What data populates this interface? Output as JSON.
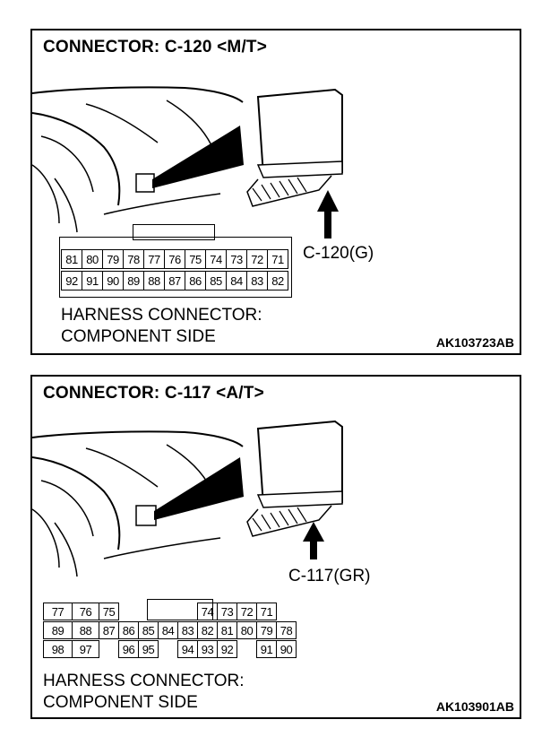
{
  "connectors": [
    {
      "title": "CONNECTOR: C-120 <M/T>",
      "callout": "C-120(G)",
      "note_line1": "HARNESS CONNECTOR:",
      "note_line2": "COMPONENT SIDE",
      "code": "AK103723AB",
      "rows": [
        [
          "81",
          "80",
          "79",
          "78",
          "77",
          "76",
          "75",
          "74",
          "73",
          "72",
          "71"
        ],
        [
          "92",
          "91",
          "90",
          "89",
          "88",
          "87",
          "86",
          "85",
          "84",
          "83",
          "82"
        ]
      ]
    },
    {
      "title": "CONNECTOR: C-117 <A/T>",
      "callout": "C-117(GR)",
      "note_line1": "HARNESS CONNECTOR:",
      "note_line2": "COMPONENT SIDE",
      "code": "AK103901AB",
      "rows": [
        [
          "77",
          "76",
          "75",
          "",
          "",
          "",
          "",
          "74",
          "73",
          "72",
          "71"
        ],
        [
          "89",
          "88",
          "87",
          "86",
          "85",
          "84",
          "83",
          "82",
          "81",
          "80",
          "79",
          "78"
        ],
        [
          "98",
          "97",
          "",
          "96",
          "95",
          "",
          "94",
          "93",
          "92",
          "",
          "91",
          "90"
        ]
      ]
    }
  ]
}
